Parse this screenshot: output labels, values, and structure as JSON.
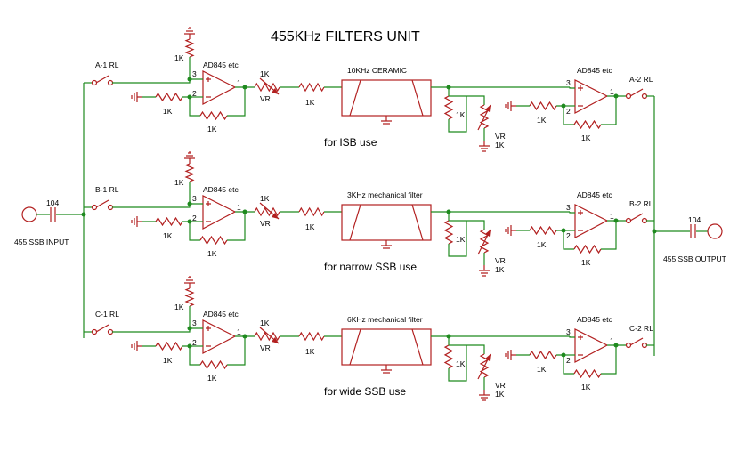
{
  "title": "455KHz FILTERS UNIT",
  "input": {
    "label": "455 SSB INPUT",
    "cap": "104"
  },
  "output": {
    "label": "455 SSB OUTPUT",
    "cap": "104"
  },
  "channels": [
    {
      "in_relay": "A-1 RL",
      "out_relay": "A-2 RL",
      "filter": "10KHz CERAMIC",
      "use": "for ISB use",
      "amp1": "AD845 etc",
      "amp2": "AD845 etc",
      "r_top": "1K",
      "r_in": "1K",
      "r_fb": "1K",
      "vr": "VR",
      "vr_r": "1K",
      "r_series": "1K",
      "r_term": "1K",
      "vr2": "VR",
      "vr2_r": "1K",
      "r_in2": "1K",
      "r_fb2": "1K",
      "pin3": "3",
      "pin2": "2",
      "pin1": "1",
      "pin3b": "3",
      "pin2b": "2",
      "pin1b": "1"
    },
    {
      "in_relay": "B-1 RL",
      "out_relay": "B-2 RL",
      "filter": "3KHz mechanical filter",
      "use": "for narrow SSB use",
      "amp1": "AD845 etc",
      "amp2": "AD845 etc",
      "r_top": "1K",
      "r_in": "1K",
      "r_fb": "1K",
      "vr": "VR",
      "vr_r": "1K",
      "r_series": "1K",
      "r_term": "1K",
      "vr2": "VR",
      "vr2_r": "1K",
      "r_in2": "1K",
      "r_fb2": "1K",
      "pin3": "3",
      "pin2": "2",
      "pin1": "1",
      "pin3b": "3",
      "pin2b": "2",
      "pin1b": "1"
    },
    {
      "in_relay": "C-1 RL",
      "out_relay": "C-2 RL",
      "filter": "6KHz mechanical filter",
      "use": "for wide SSB use",
      "amp1": "AD845 etc",
      "amp2": "AD845 etc",
      "r_top": "1K",
      "r_in": "1K",
      "r_fb": "1K",
      "vr": "VR",
      "vr_r": "1K",
      "r_series": "1K",
      "r_term": "1K",
      "vr2": "VR",
      "vr2_r": "1K",
      "r_in2": "1K",
      "r_fb2": "1K",
      "pin3": "3",
      "pin2": "2",
      "pin1": "1",
      "pin3b": "3",
      "pin2b": "2",
      "pin1b": "1"
    }
  ],
  "colors": {
    "wire": "#1f8a1f",
    "component": "#b22020",
    "text": "#000000"
  }
}
